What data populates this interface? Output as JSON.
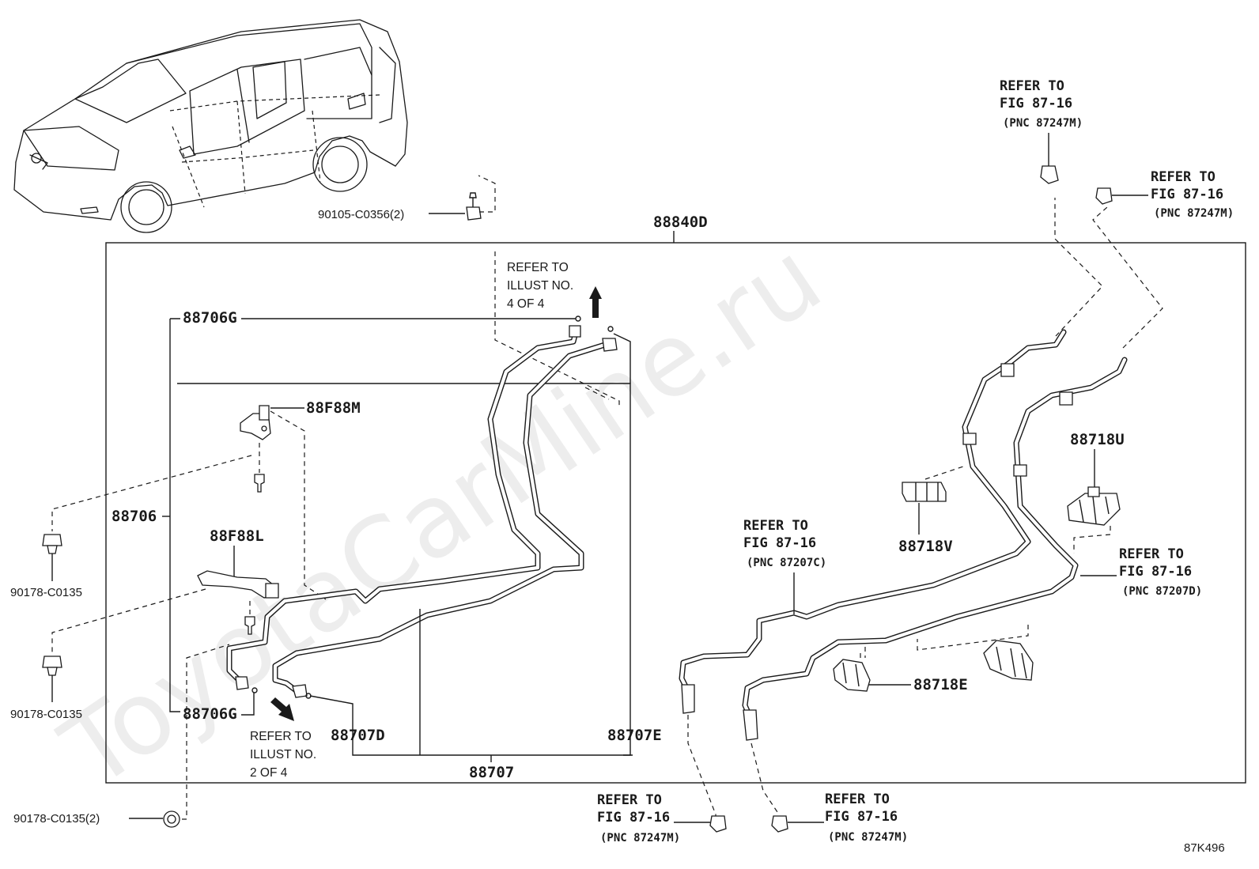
{
  "watermark": "ToyotaCarMine.ru",
  "diagram_code": "87K496",
  "assembly_label": "88840D",
  "refer_fig": "REFER TO\nFIG 87-16",
  "refer_illust_4": "REFER TO\nILLUST NO.\n4 OF 4",
  "refer_illust_2": "REFER TO\nILLUST NO.\n2 OF 4",
  "pnc_87247M": "(PNC 87247M)",
  "pnc_87207C": "(PNC 87207C)",
  "pnc_87207D": "(PNC 87207D)",
  "parts": {
    "bolt_top": "90105-C0356(2)",
    "clip": "90178-C0135",
    "clip_2": "90178-C0135(2)",
    "p88706G": "88706G",
    "p88706": "88706",
    "p88F88M": "88F88M",
    "p88F88L": "88F88L",
    "p88707D": "88707D",
    "p88707E": "88707E",
    "p88707": "88707",
    "p88718U": "88718U",
    "p88718V": "88718V",
    "p88718E": "88718E"
  }
}
